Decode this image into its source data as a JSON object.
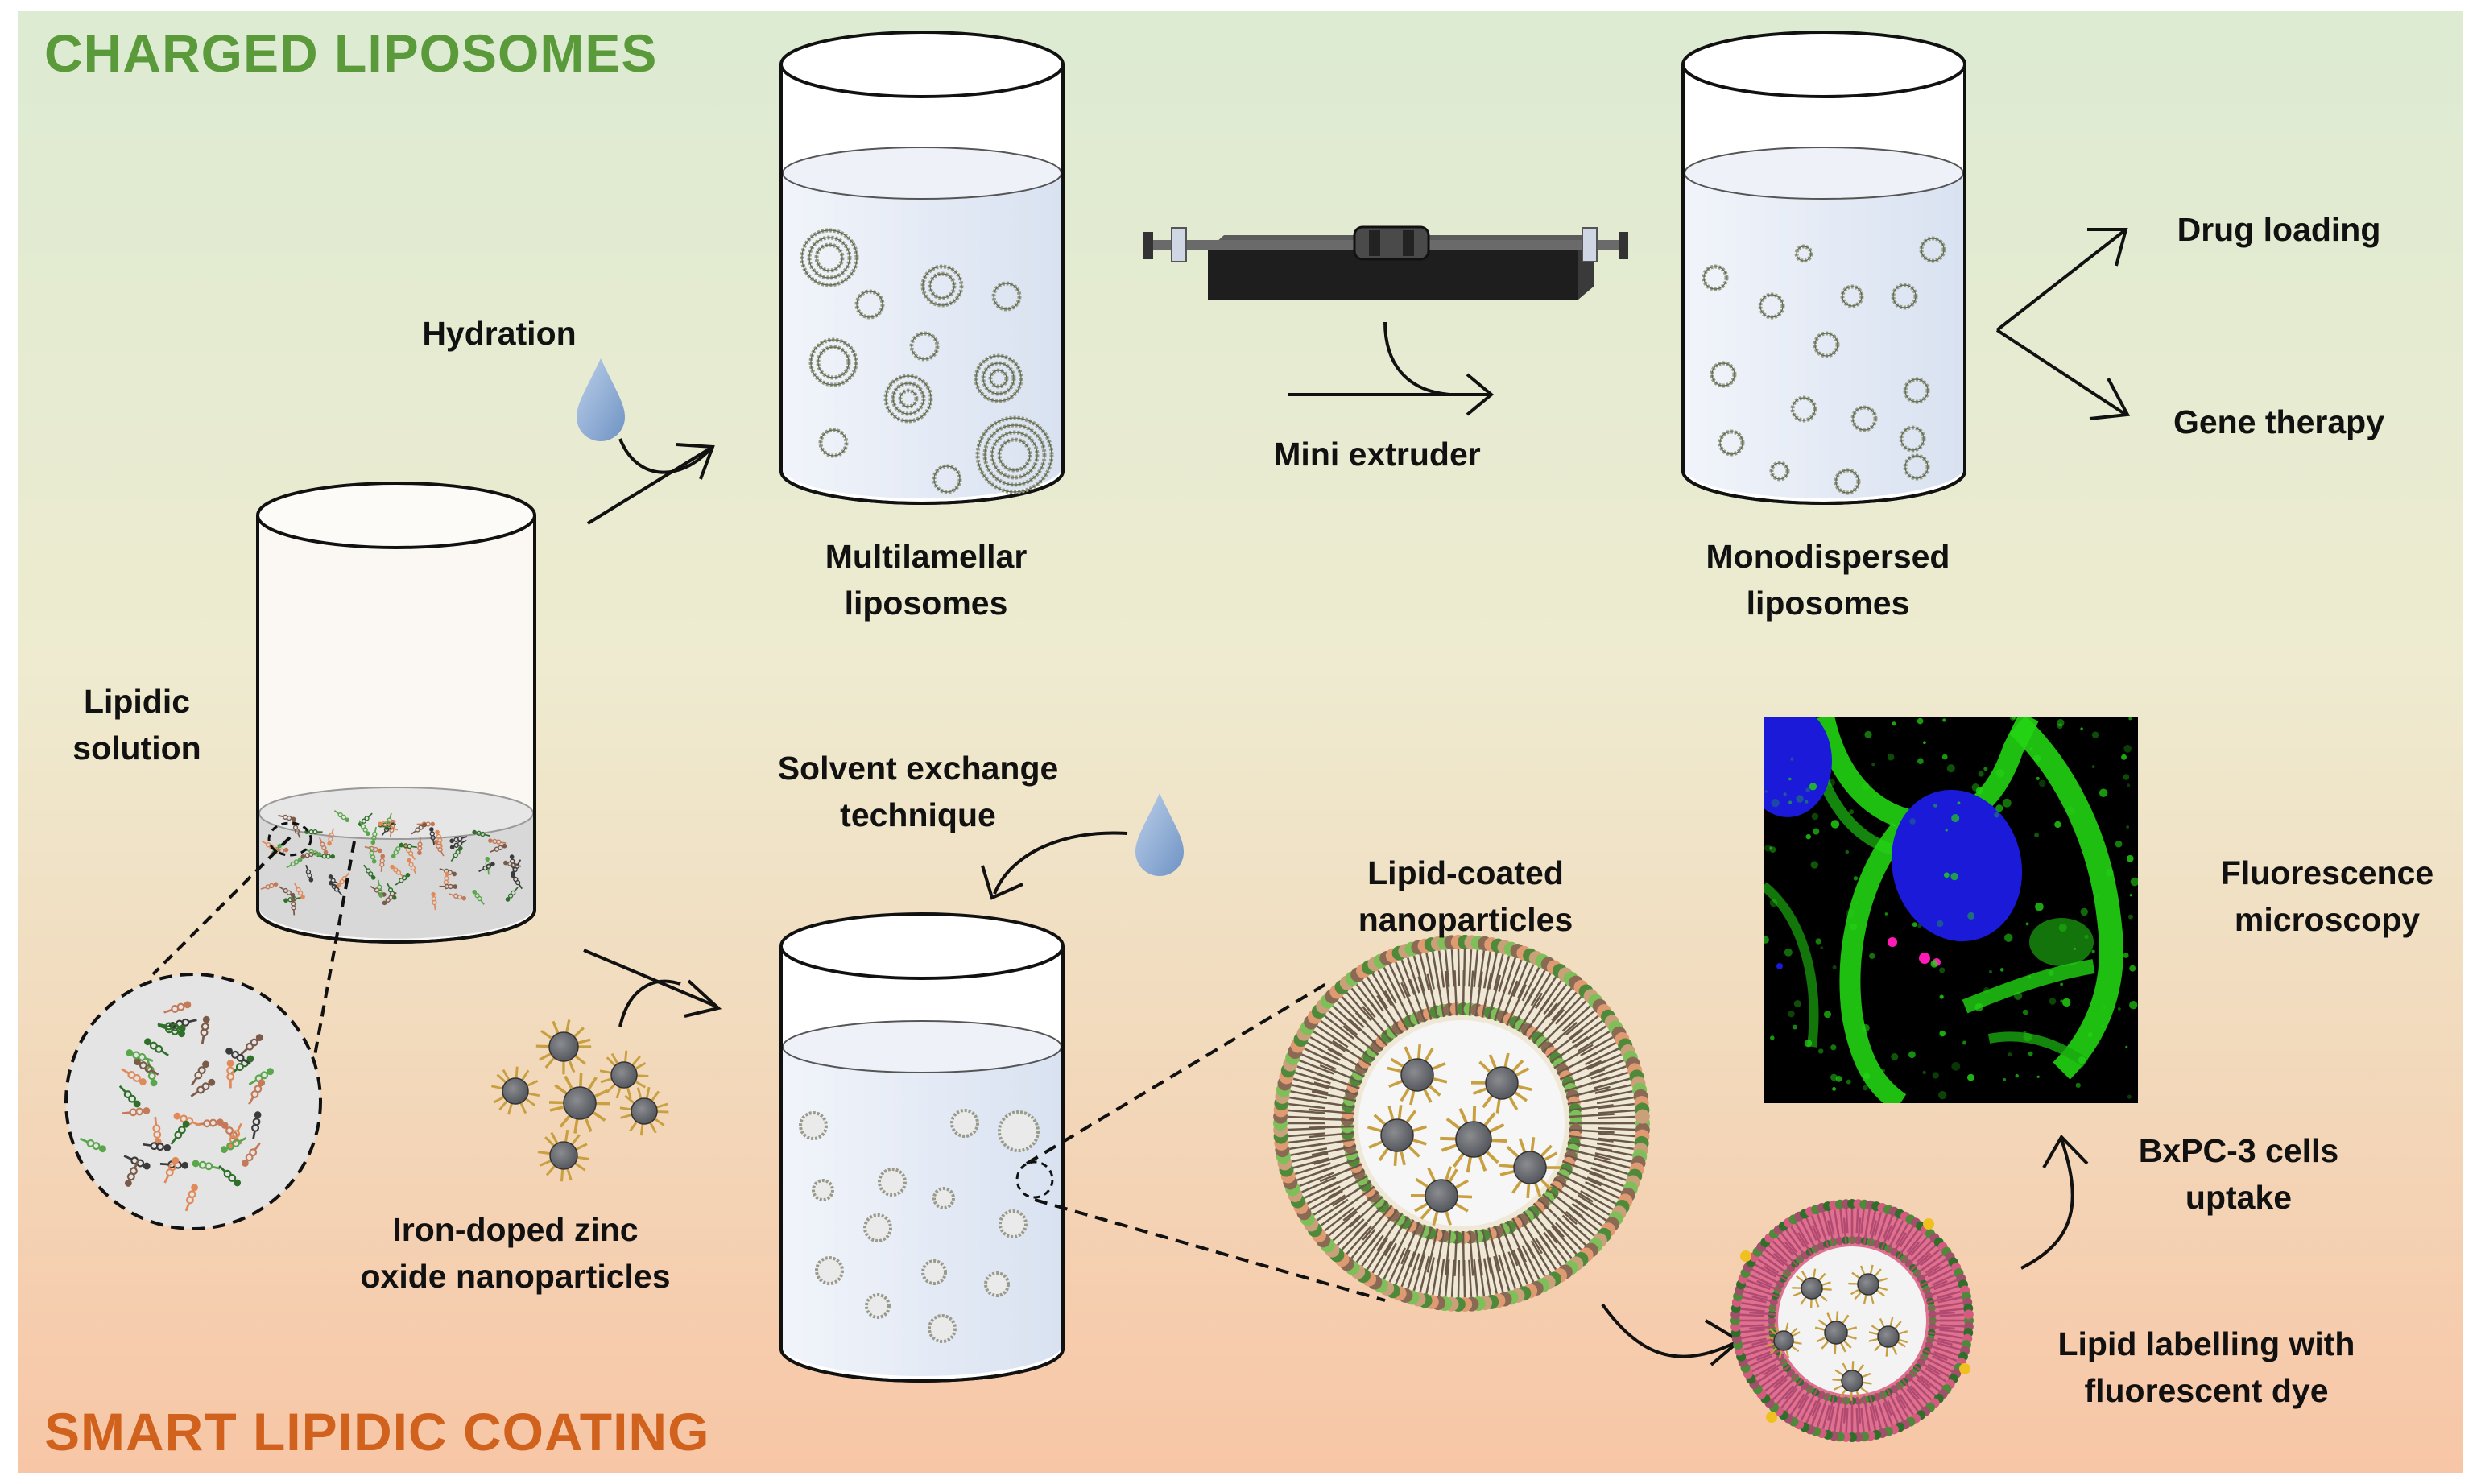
{
  "sections": {
    "top": "CHARGED LIPOSOMES",
    "bottom": "SMART LIPIDIC COATING"
  },
  "labels": {
    "hydration": "Hydration",
    "multilamellar": "Multilamellar\nliposomes",
    "mini_extruder": "Mini extruder",
    "monodispersed": "Monodispersed\nliposomes",
    "drug_loading": "Drug loading",
    "gene_therapy": "Gene therapy",
    "lipidic_solution": "Lipidic\nsolution",
    "solvent_exchange": "Solvent exchange\ntechnique",
    "lipid_coated": "Lipid-coated\nnanoparticles",
    "fluorescence": "Fluorescence\nmicroscopy",
    "iron_doped": "Iron-doped zinc\noxide nanoparticles",
    "bxpc3": "BxPC-3 cells\nuptake",
    "lipid_labelling": "Lipid labelling with\nfluorescent dye"
  },
  "colors": {
    "top_title": "#5a9a3a",
    "bottom_title": "#d0621e",
    "bg_top": "#dcebd2",
    "bg_bottom": "#f7c9a9",
    "water": "#e9eff8",
    "fluor_green": "#22d414",
    "fluor_blue": "#1a1ad8",
    "dye_pink": "#e0708f"
  }
}
